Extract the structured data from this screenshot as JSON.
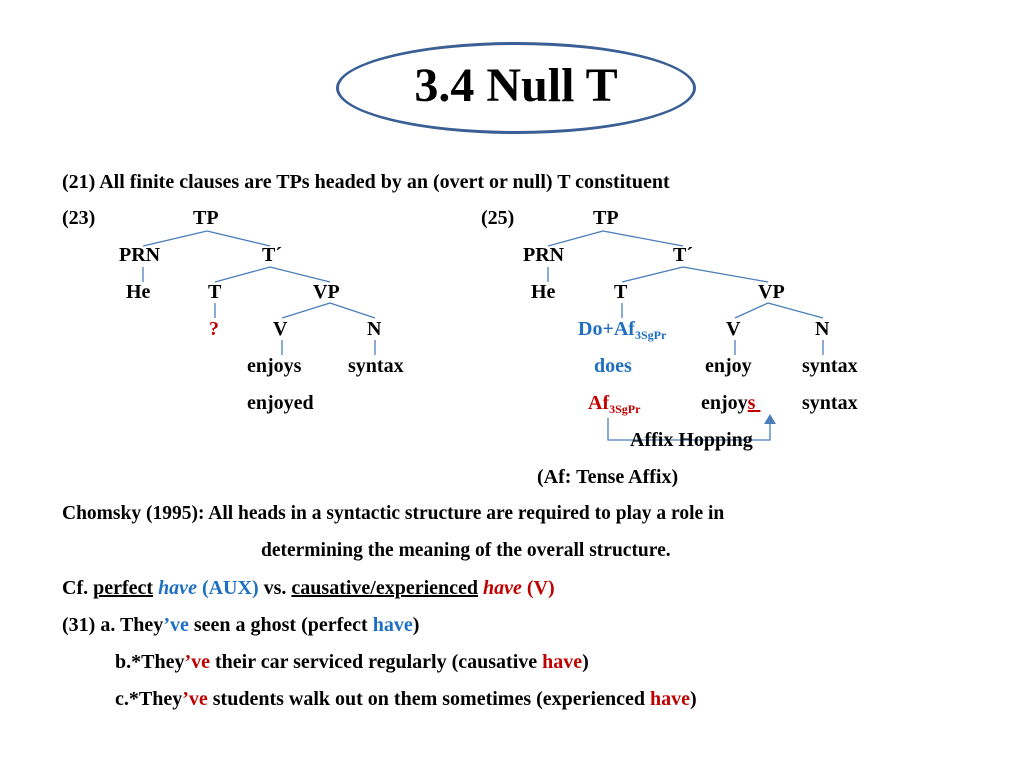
{
  "title": "3.4 Null T",
  "line21": "(21) All finite clauses are TPs headed by an (overt or null) T constituent",
  "tree23": {
    "num": "(23)",
    "tp": "TP",
    "prn": "PRN",
    "tbar": "T´",
    "he": "He",
    "t": "T",
    "vp": "VP",
    "null_t": "?",
    "v": "V",
    "n": "N",
    "v_word1": "enjoys",
    "n_word": "syntax",
    "v_word2": "enjoyed"
  },
  "tree25": {
    "num": "(25)",
    "tp": "TP",
    "prn": "PRN",
    "tbar": "T´",
    "he": "He",
    "t": "T",
    "vp": "VP",
    "do_af": "Do+Af",
    "do_af_sub": "3SgPr",
    "v": "V",
    "n": "N",
    "does": "does",
    "enjoy": "enjoy",
    "syntax1": "syntax",
    "af": "Af",
    "af_sub": "3SgPr",
    "enjoys_stem": "enjoy",
    "enjoys_suffix": "s",
    "syntax2": "syntax",
    "affix_hopping": "Affix Hopping",
    "af_note": "(Af: Tense Affix)"
  },
  "chomsky": {
    "line1": "Chomsky (1995): All heads in a syntactic structure are required to play a role in",
    "line2": "determining the meaning of the overall structure."
  },
  "cf": {
    "prefix": "Cf.",
    "perfect": "perfect",
    "have1": "have",
    "aux": "(AUX)",
    "vs": "vs.",
    "causative": "causative/experienced",
    "have2": "have",
    "v_label": "(V)"
  },
  "ex31": {
    "a_pre": "(31) a. They",
    "a_ve": "’ve",
    "a_mid": " seen a ghost (perfect ",
    "a_have": "have",
    "a_end": ")",
    "b_pre": "b.*They",
    "b_ve": "’ve",
    "b_mid": " their car serviced regularly (causative ",
    "b_have": "have",
    "b_end": ")",
    "c_pre": "c.*They",
    "c_ve": "’ve",
    "c_mid": " students walk out on them sometimes (experienced ",
    "c_have": "have",
    "c_end": ")"
  },
  "colors": {
    "oval_border": "#3a5f95",
    "blue": "#1f6fc0",
    "red": "#c00000",
    "tree_lines": "#4a7ebb"
  }
}
